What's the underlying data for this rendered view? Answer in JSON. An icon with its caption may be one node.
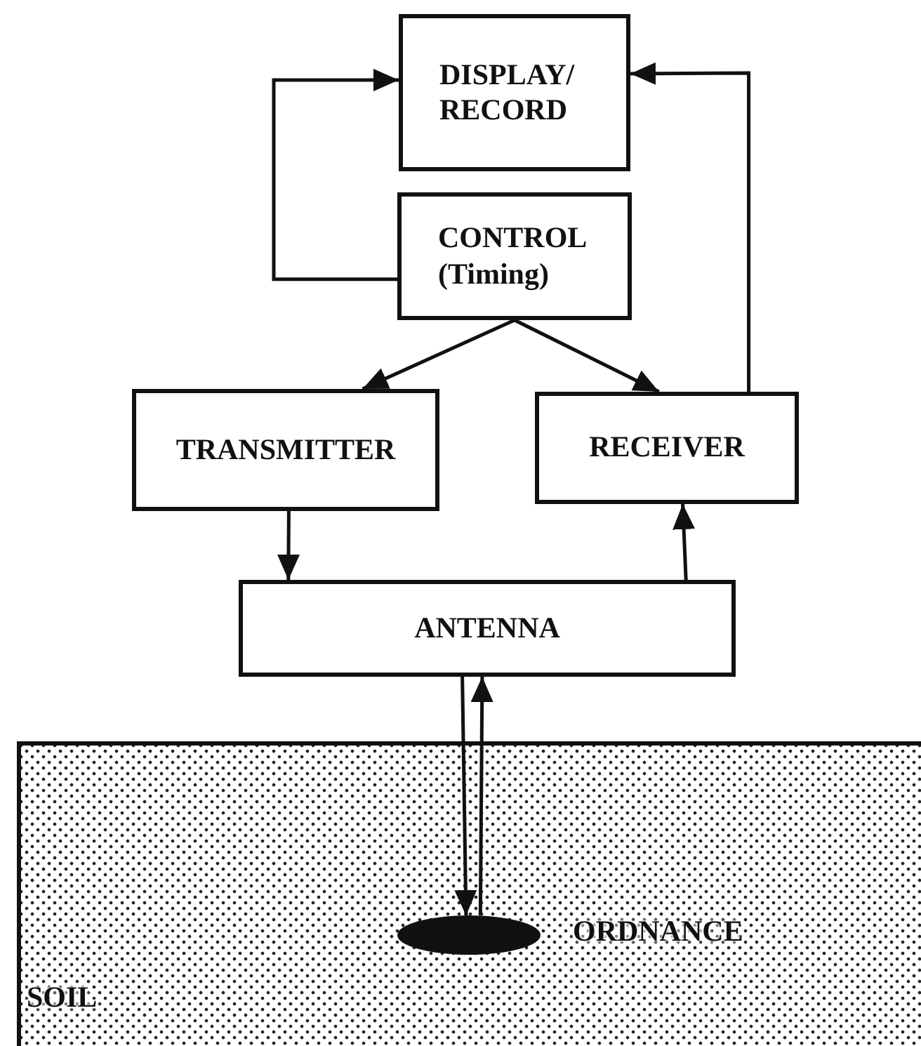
{
  "diagram": {
    "nodes": [
      {
        "text": [
          "DISPLAY/ RECORD"
        ]
      },
      {
        "text": [
          "CONTROL",
          "(Timing)"
        ]
      },
      {
        "text": [
          "TRANSMITTER"
        ]
      },
      {
        "text": [
          "RECEIVER"
        ]
      },
      {
        "text": [
          "ANTENNA"
        ]
      },
      {
        "text": [
          "SOIL"
        ]
      },
      {
        "text": [],
        "shape": "ellipse",
        "beside": [
          "ORDNANCE"
        ],
        "in": 5
      }
    ],
    "edges": [
      {
        "from": 1,
        "to": 0,
        "arrow": "to"
      },
      {
        "from": 1,
        "to": 2,
        "arrow": "to"
      },
      {
        "from": 1,
        "to": 3,
        "arrow": "to"
      },
      {
        "from": 3,
        "to": 0,
        "arrow": "to"
      },
      {
        "from": 2,
        "to": 4,
        "arrow": "to"
      },
      {
        "from": 4,
        "to": 3,
        "arrow": "to"
      },
      {
        "from": 4,
        "to": 6,
        "arrow": "to"
      },
      {
        "from": 6,
        "to": 4,
        "arrow": "to"
      }
    ]
  }
}
